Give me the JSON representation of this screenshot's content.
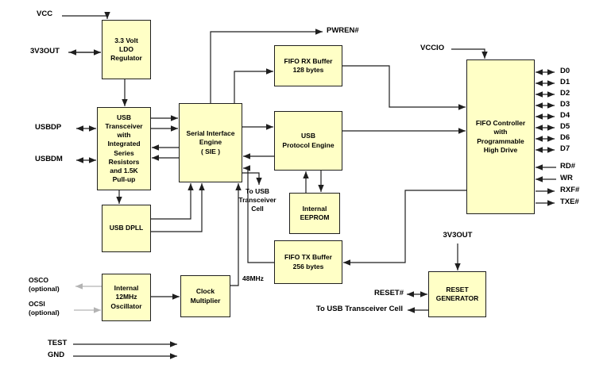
{
  "blocks": {
    "ldo": {
      "label": "3.3 Volt\nLDO\nRegulator"
    },
    "transceiver": {
      "label": "USB\nTransceiver\nwith\nIntegrated\nSeries\nResistors\nand 1.5K\nPull-up"
    },
    "dpll": {
      "label": "USB DPLL"
    },
    "osc": {
      "label": "Internal\n12MHz\nOscillator"
    },
    "clkmult": {
      "label": "Clock\nMultiplier"
    },
    "sie": {
      "label": "Serial Interface\nEngine\n( SIE )"
    },
    "rxbuf": {
      "label": "FIFO RX Buffer\n128 bytes"
    },
    "engine": {
      "label": "USB\nProtocol Engine"
    },
    "eeprom": {
      "label": "Internal\nEEPROM"
    },
    "txbuf": {
      "label": "FIFO TX Buffer\n256 bytes"
    },
    "fifoctl": {
      "label": "FIFO Controller\nwith\nProgrammable\nHigh Drive"
    },
    "resetgen": {
      "label": "RESET\nGENERATOR"
    }
  },
  "pins": {
    "vcc": "VCC",
    "v3out": "3V3OUT",
    "usbdp": "USBDP",
    "usbdm": "USBDM",
    "osco": "OSCO\n(optional)",
    "ocsi": "OCSI\n(optional)",
    "test": "TEST",
    "gnd": "GND",
    "pwren": "PWREN#",
    "vccio": "VCCIO",
    "data_bus": [
      "D0",
      "D1",
      "D2",
      "D3",
      "D4",
      "D5",
      "D6",
      "D7"
    ],
    "rd": "RD#",
    "wr": "WR",
    "rxf": "RXF#",
    "txe": "TXE#",
    "v3out_reset": "3V3OUT",
    "reset": "RESET#",
    "to_usb_cell_mid": "To USB\nTransceiver\nCell",
    "to_usb_cell_bottom": "To USB Transceiver Cell",
    "clock48": "48MHz"
  },
  "colors": {
    "block_fill": "#ffffc6",
    "block_border": "#1f1f1f",
    "wire": "#1f1f1f",
    "optional_wire": "#b3b3b3"
  }
}
